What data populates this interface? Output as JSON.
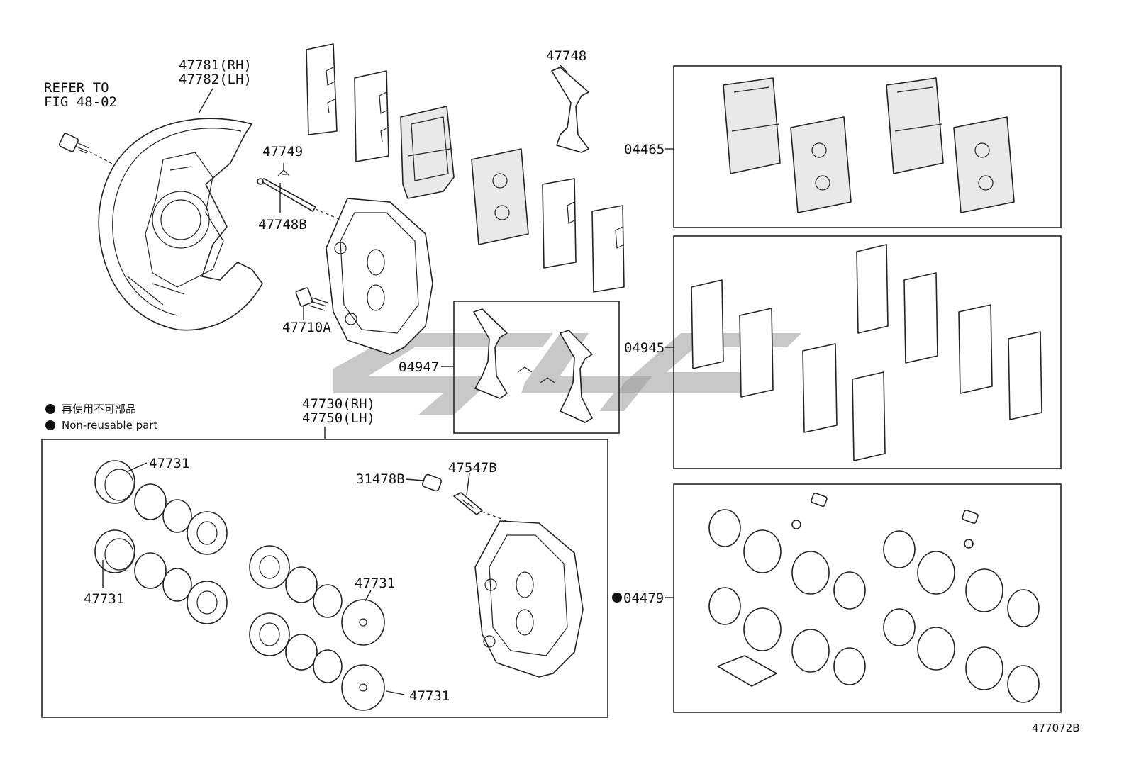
{
  "diagram_code": "477072B",
  "legend": {
    "jp_text": "再使用不可部品",
    "en_text": "Non-reusable part"
  },
  "labels": {
    "refer_line1": "REFER TO",
    "refer_line2": "FIG 48-02",
    "shield_rh": "47781(RH)",
    "shield_lh": "47782(LH)",
    "clip": "47749",
    "pin": "47748B",
    "bolt": "47710A",
    "spring": "47748",
    "caliper_rh": "47730(RH)",
    "caliper_lh": "47750(LH)",
    "piston_1": "47731",
    "piston_2": "47731",
    "piston_3": "47731",
    "piston_4": "47731",
    "cap": "31478B",
    "bleeder": "47547B",
    "kit_spring": "04947",
    "kit_pads": "04465",
    "kit_shims": "04945",
    "kit_seals": "04479"
  }
}
